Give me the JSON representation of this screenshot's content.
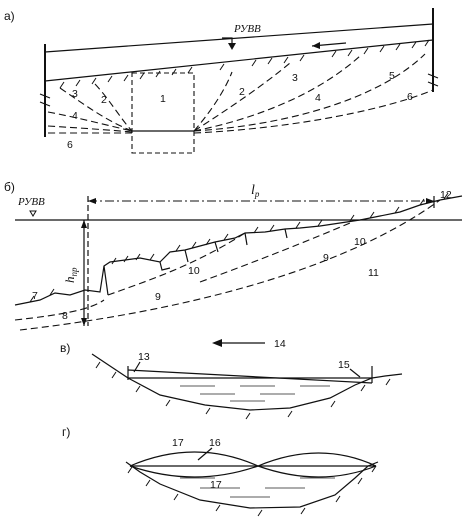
{
  "panels": {
    "a": "а)",
    "b": "б)",
    "v": "в)",
    "g": "г)"
  },
  "labels": {
    "ruvv": "РУВВ",
    "lp_main": "l",
    "lp_sub": "р",
    "hpr_main": "h",
    "hpr_sub": "пр"
  },
  "numbers": {
    "a": [
      "1",
      "2",
      "2",
      "3",
      "3",
      "4",
      "4",
      "5",
      "6",
      "6"
    ],
    "b": [
      "7",
      "8",
      "9",
      "9",
      "10",
      "10",
      "11",
      "12"
    ],
    "v": [
      "13",
      "14",
      "15"
    ],
    "g": [
      "16",
      "17",
      "17"
    ]
  },
  "colors": {
    "ink": "#111111",
    "paper": "#ffffff"
  }
}
